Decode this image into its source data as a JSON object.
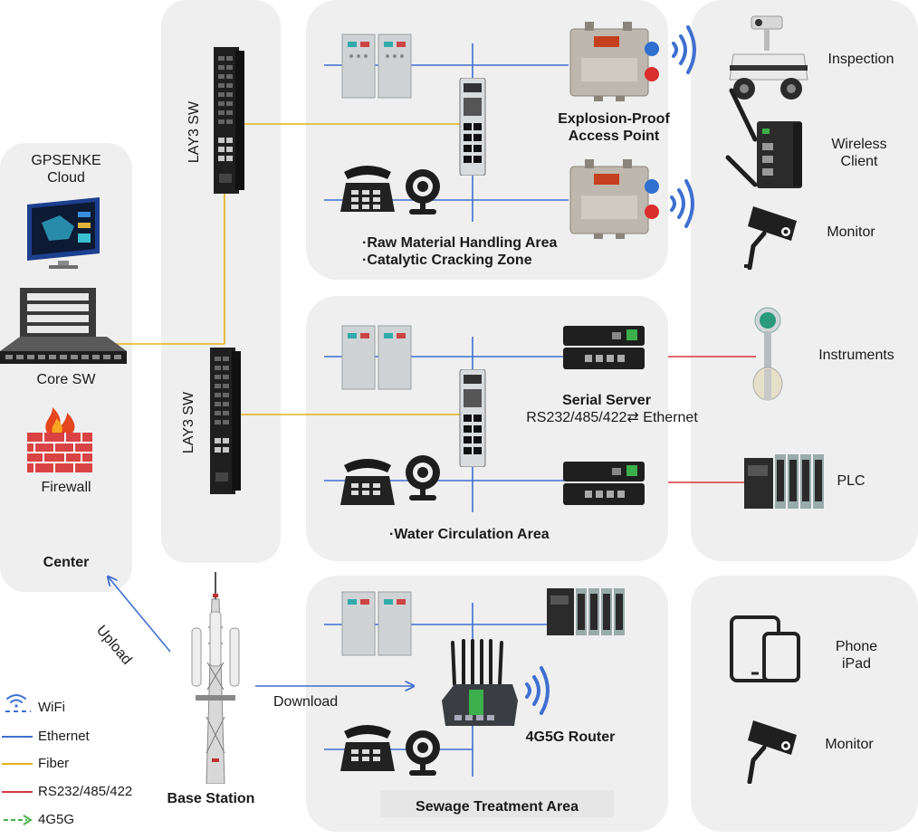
{
  "center": {
    "cloud": "GPSENKE\nCloud",
    "core_sw": "Core SW",
    "firewall": "Firewall",
    "title": "Center"
  },
  "switches": {
    "upper": "LAY3 SW",
    "lower": "LAY3 SW"
  },
  "zone_a": {
    "ap_label": "Explosion-Proof\nAccess Point",
    "area_1": "·Raw Material Handling Area",
    "area_2": "·Catalytic Cracking Zone"
  },
  "zone_b": {
    "serial_title": "Serial Server",
    "serial_sub": "RS232/485/422⇄ Ethernet",
    "area": "·Water Circulation Area"
  },
  "zone_c": {
    "router": "4G5G Router",
    "area": "Sewage Treatment Area"
  },
  "right_top": {
    "inspection": "Inspection",
    "wireless_client": "Wireless\nClient",
    "monitor": "Monitor",
    "instruments": "Instruments",
    "plc": "PLC"
  },
  "right_bottom": {
    "phone_ipad": "Phone\niPad",
    "monitor": "Monitor"
  },
  "base": {
    "station": "Base Station",
    "upload": "Upload",
    "download": "Download"
  },
  "legend": {
    "wifi": "WiFi",
    "ethernet": "Ethernet",
    "fiber": "Fiber",
    "serial": "RS232/485/422",
    "cell": "4G5G"
  },
  "colors": {
    "ethernet": "#3f6fd1",
    "fiber": "#e3b21b",
    "serial": "#d9363e",
    "cell": "#4cb04c",
    "wifi": "#3f6fd1",
    "panel": "#efefef"
  }
}
